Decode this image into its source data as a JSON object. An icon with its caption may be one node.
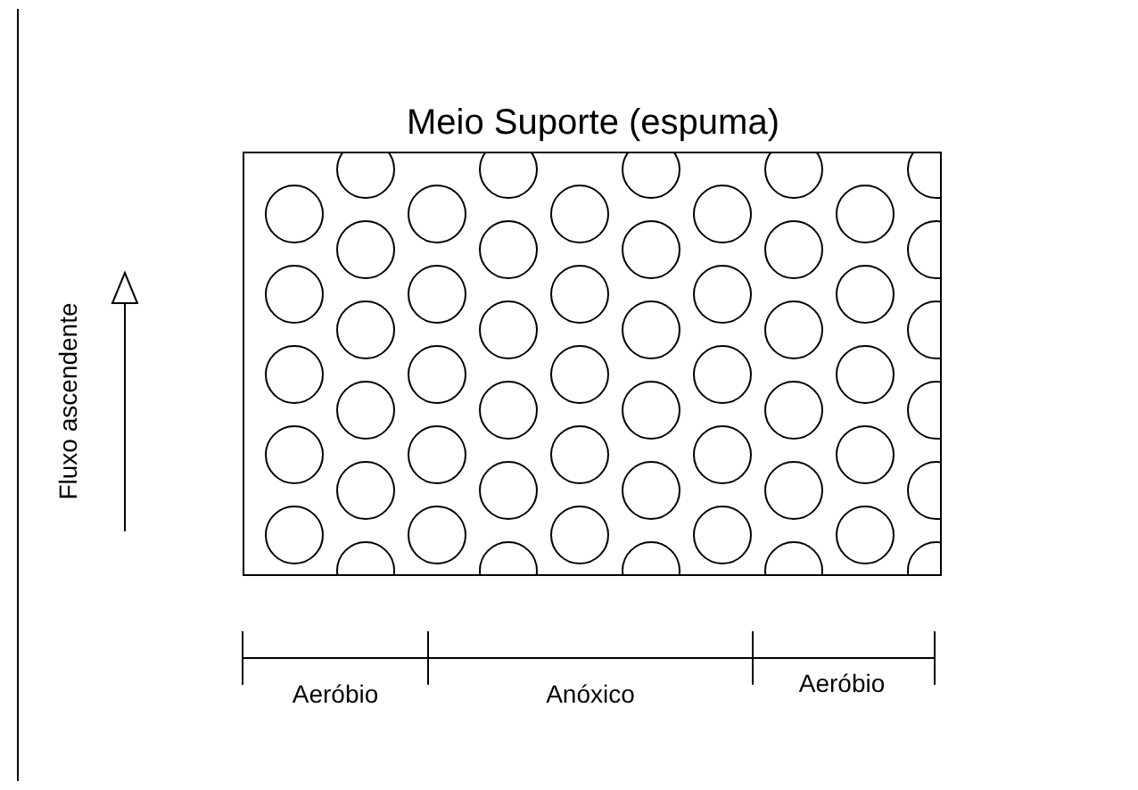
{
  "diagram": {
    "nodes": [
      {
        "text": [
          "Meio Suporte (espuma)"
        ]
      }
    ],
    "labels": [
      "Fluxo ascendente",
      "Aeróbio",
      "Anóxico",
      "Aeróbio"
    ]
  }
}
